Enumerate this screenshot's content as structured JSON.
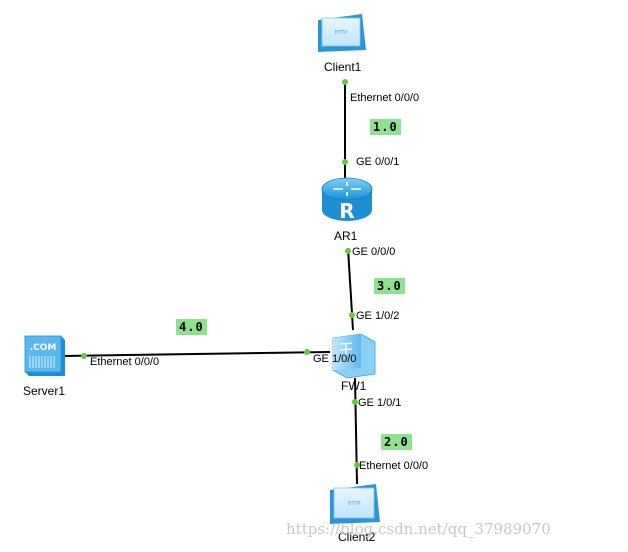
{
  "devices": {
    "client1": {
      "name": "Client1",
      "screen_text": "HTTP"
    },
    "ar1": {
      "name": "AR1",
      "glyph": "R"
    },
    "fw1": {
      "name": "FW1"
    },
    "server1": {
      "name": "Server1",
      "screen_text": ".COM"
    },
    "client2": {
      "name": "Client2",
      "screen_text": "HTTP"
    }
  },
  "ports": {
    "client1_eth": "Ethernet 0/0/0",
    "ar1_ge001": "GE 0/0/1",
    "ar1_ge000": "GE 0/0/0",
    "fw1_ge102": "GE 1/0/2",
    "fw1_ge100": "GE 1/0/0",
    "fw1_ge101": "GE 1/0/1",
    "server1_eth": "Ethernet 0/0/0",
    "client2_eth": "Ethernet 0/0/0"
  },
  "networks": {
    "client1_ar1": "1.0",
    "ar1_fw1": "3.0",
    "server1_fw1": "4.0",
    "fw1_client2": "2.0"
  },
  "watermark": "https://blog.csdn.net/qq_37989070",
  "colors": {
    "link": "#000000",
    "port_dot": "#66cc33",
    "net_tag": "#8ee28e",
    "device_blue": "#3fa9e8"
  }
}
